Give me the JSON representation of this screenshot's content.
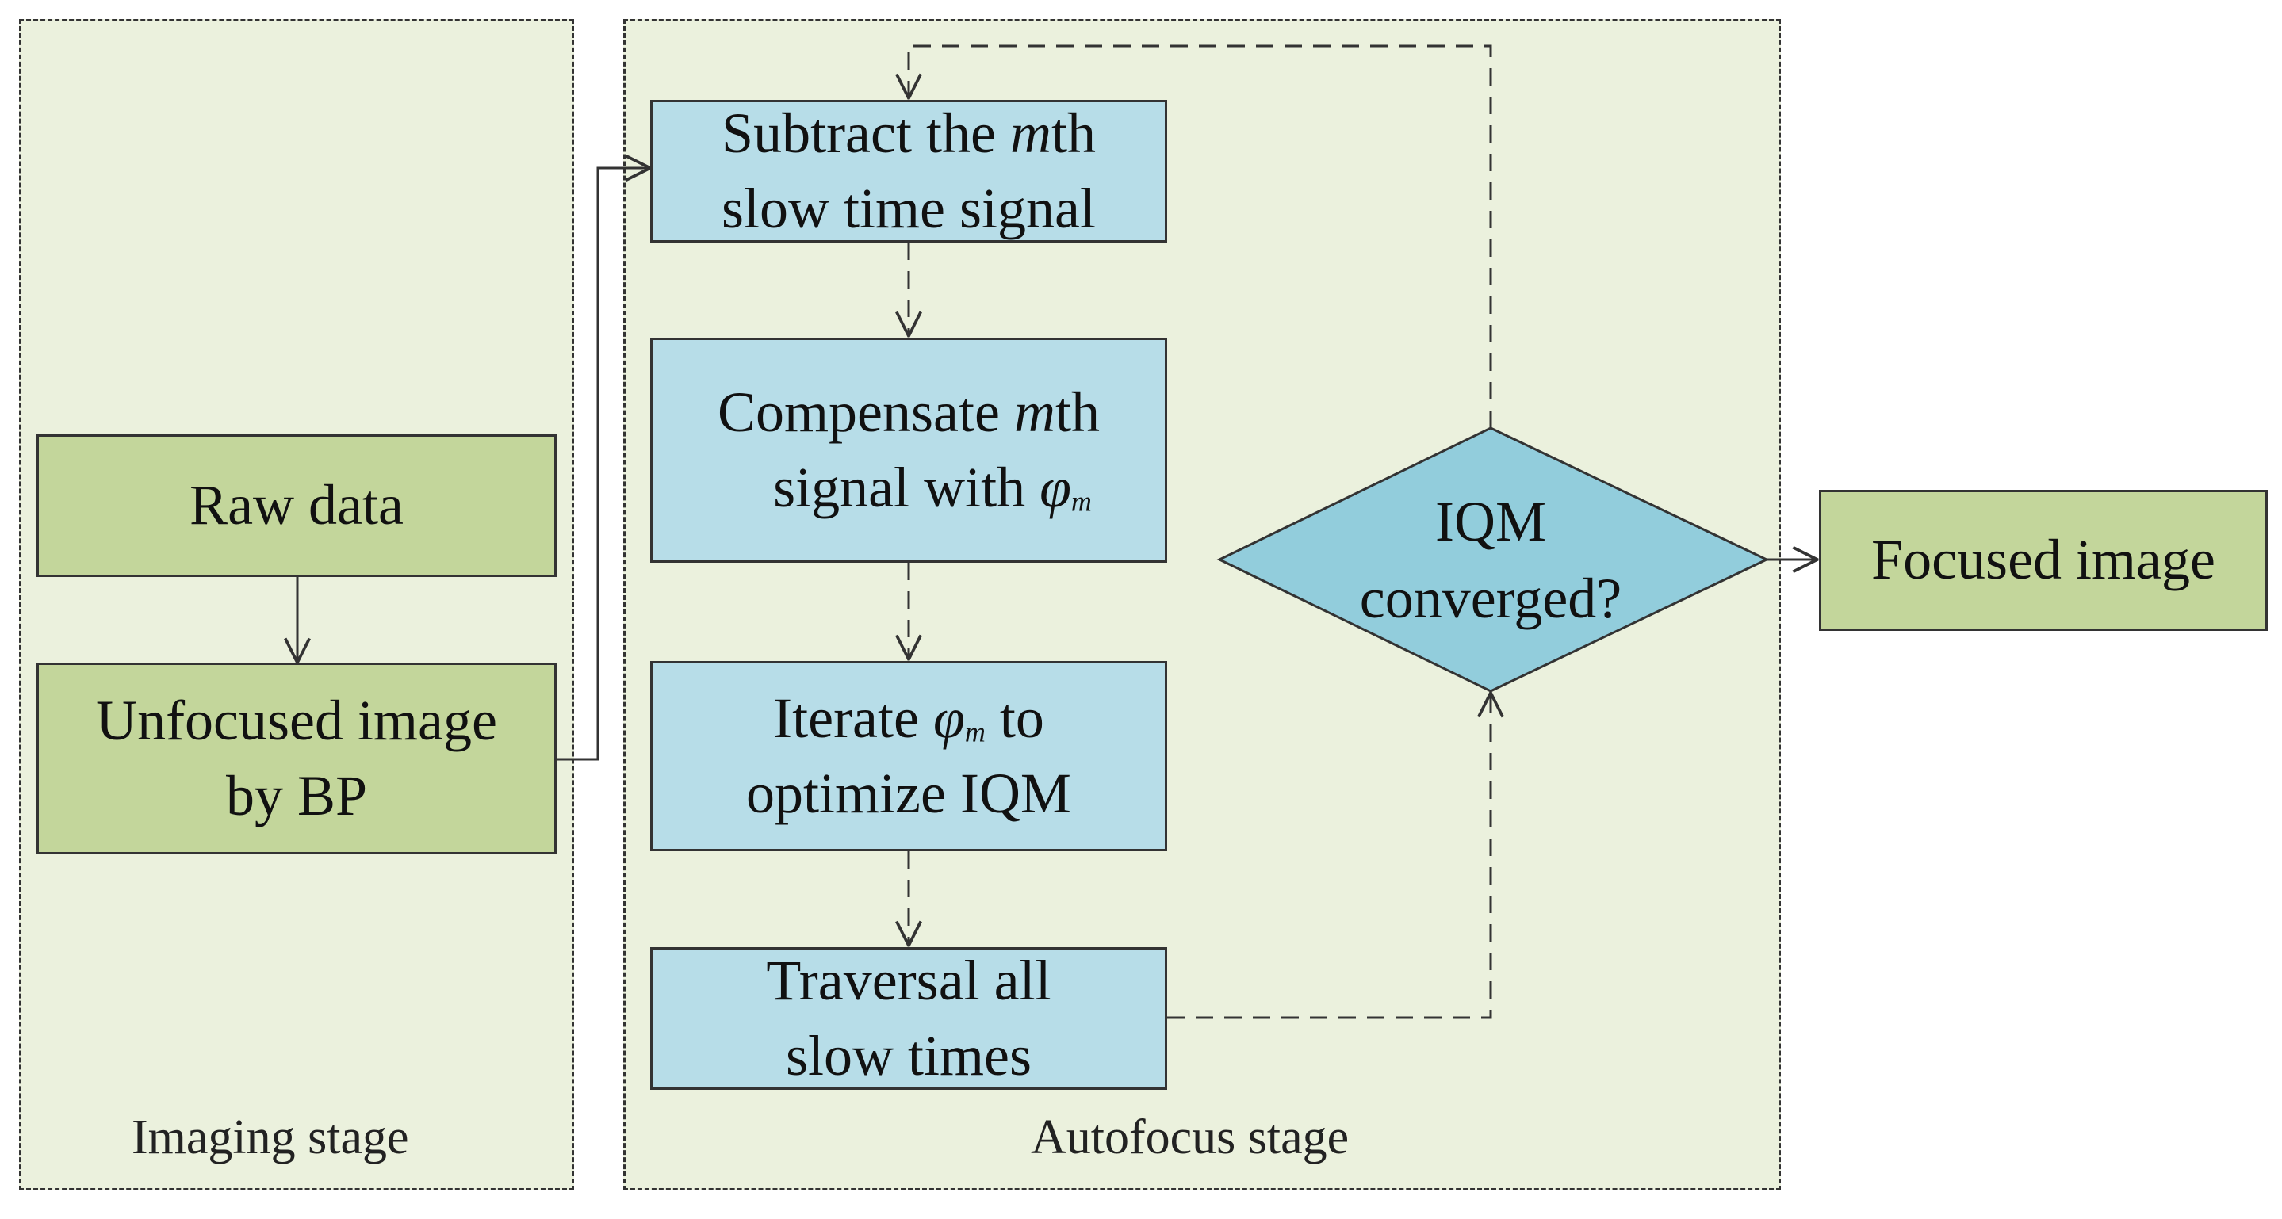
{
  "stages": {
    "imaging": {
      "label": "Imaging stage"
    },
    "autofocus": {
      "label": "Autofocus stage"
    }
  },
  "boxes": {
    "raw_data": {
      "text": "Raw data"
    },
    "unfocused": {
      "line1": "Unfocused image",
      "line2": "by BP"
    },
    "subtract": {
      "line1_pre": "Subtract the ",
      "line1_var": "m",
      "line1_post": "th",
      "line2": "slow time signal"
    },
    "compensate": {
      "line1_pre": "Compensate  ",
      "line1_var": "m",
      "line1_post": "th",
      "line2_pre": "signal with ",
      "phi": "φ",
      "phi_sub": "m"
    },
    "iterate": {
      "line1_pre": "Iterate ",
      "phi": "φ",
      "phi_sub": "m",
      "line1_post": " to",
      "line2": "optimize  IQM"
    },
    "traversal": {
      "line1": "Traversal  all",
      "line2": "slow times"
    },
    "decision": {
      "line1": "IQM",
      "line2": "converged?"
    },
    "focused": {
      "text": "Focused image"
    }
  },
  "colors": {
    "stage_fill": "#ebf1dd",
    "green_box": "#c3d69b",
    "blue_box": "#b7dde8",
    "decision_fill": "#92cddc",
    "stroke": "#333333"
  }
}
